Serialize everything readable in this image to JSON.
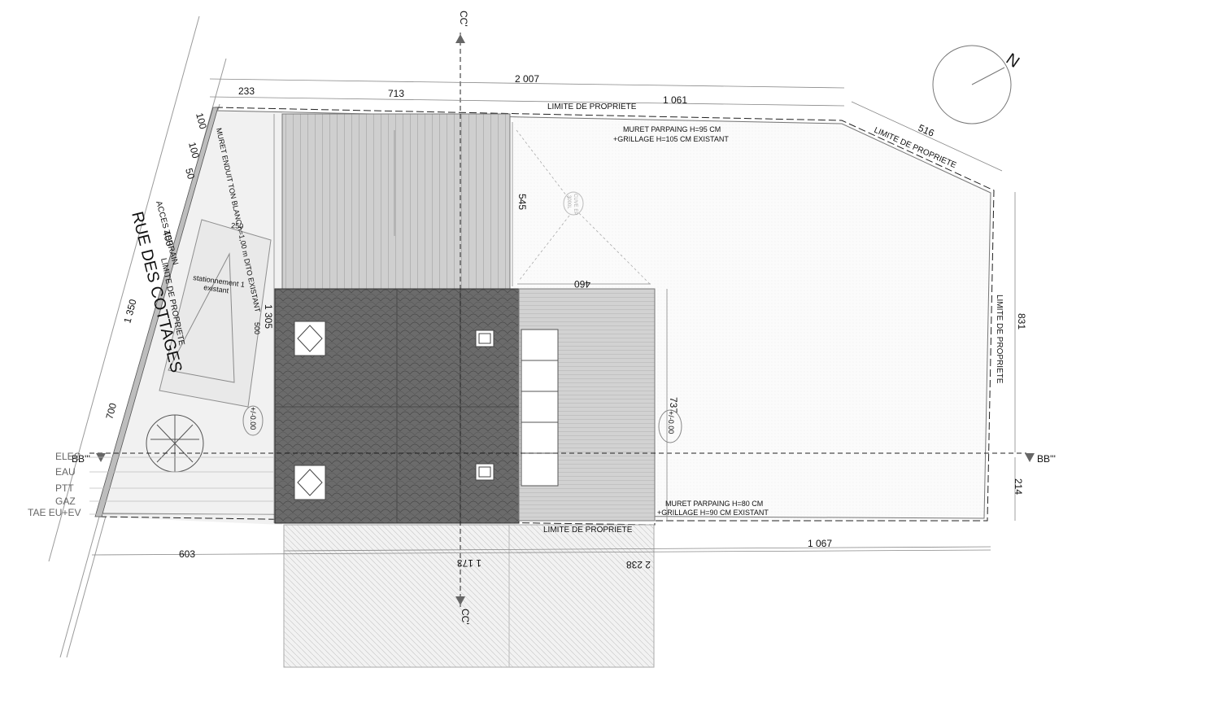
{
  "street": "RUE DES COTTAGES",
  "north": "N",
  "labels": {
    "limite_top": "LIMITE DE PROPRIETE",
    "limite_diag": "LIMITE DE PROPRIETE",
    "limite_right": "LIMITE DE PROPRIETE",
    "limite_bottom": "LIMITE DE PROPRIETE",
    "limite_left": "LIMITE DE PROPRIETE",
    "muret_top_1": "MURET PARPAING H=95 CM",
    "muret_top_2": "+GRILLAGE H=105 CM EXISTANT",
    "muret_bottom_1": "MURET PARPAING H=80 CM",
    "muret_bottom_2": "+GRILLAGE H=90 CM EXISTANT",
    "muret_enduit": "MURET ENDUIT TON BLANC h=1,00 m DITO EXISTANT",
    "acces": "ACCES TERRAIN",
    "parking_1": "stationnement 1",
    "parking_2": "existant",
    "cuve_1": "CUVE EP",
    "cuve_2": "3000L",
    "level_1": "+/-0.00",
    "level_2": "+/-0.00",
    "section_cc_top": "CC'",
    "section_cc_bottom": "CC'",
    "section_bb_left": "BB'''",
    "section_bb_right": "BB'''"
  },
  "networks": [
    "ELEC",
    "EAU",
    "PTT",
    "GAZ",
    "TAE EU+EV"
  ],
  "dims": {
    "d2007": "2 007",
    "d233": "233",
    "d713": "713",
    "d1061": "1 061",
    "d516": "516",
    "d831": "831",
    "d214": "214",
    "d545": "545",
    "d460": "460",
    "d737": "737",
    "d1305": "1 305",
    "d500": "500",
    "d250": "250",
    "d100a": "100",
    "d100b": "100",
    "d50": "50",
    "d400": "400",
    "d1350": "1 350",
    "d700": "700",
    "d603": "603",
    "d1173": "1 173",
    "d2238": "2 238",
    "d1067": "1 067"
  }
}
